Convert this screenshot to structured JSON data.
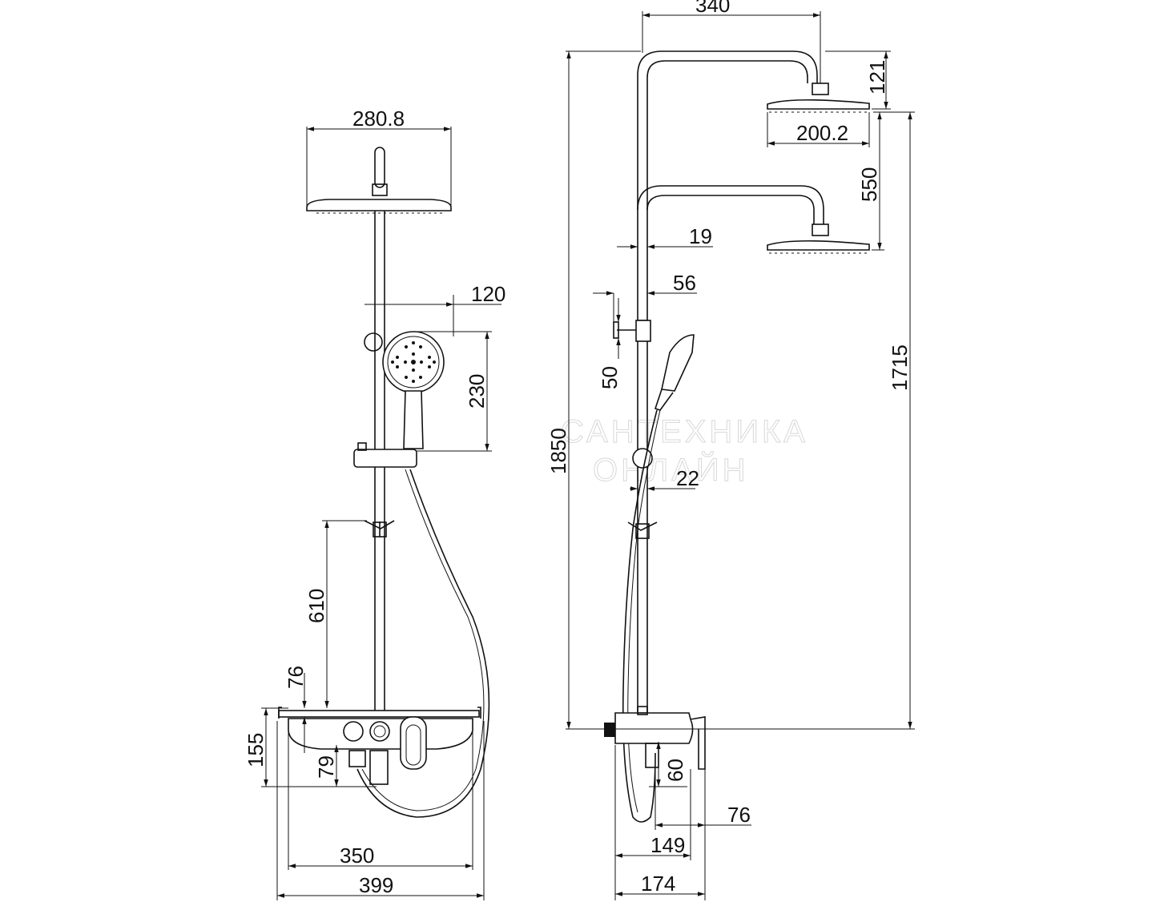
{
  "watermark": {
    "line1": "САНТЕХНИКА",
    "line2": "ОНЛАЙН"
  },
  "front_view": {
    "dimensions": {
      "head_width": "280.8",
      "hand_shower_offset": "120",
      "hand_shower_height": "230",
      "holder_to_tray": "610",
      "tray_height": "76",
      "mixer_height": "155",
      "outlet_offset": "79",
      "tray_width": "350",
      "overall_width": "399"
    }
  },
  "side_view": {
    "dimensions": {
      "arm_reach": "340",
      "head_height": "121",
      "head_diameter": "200.2",
      "height_adjust": "550",
      "pipe_diameter": "19",
      "bracket_depth": "56",
      "bracket_height": "50",
      "overall_height": "1850",
      "head_to_mixer": "1715",
      "lower_pipe_diameter": "22",
      "outlet_height": "60",
      "lever_depth": "76",
      "mixer_depth": "149",
      "overall_depth": "174"
    }
  }
}
